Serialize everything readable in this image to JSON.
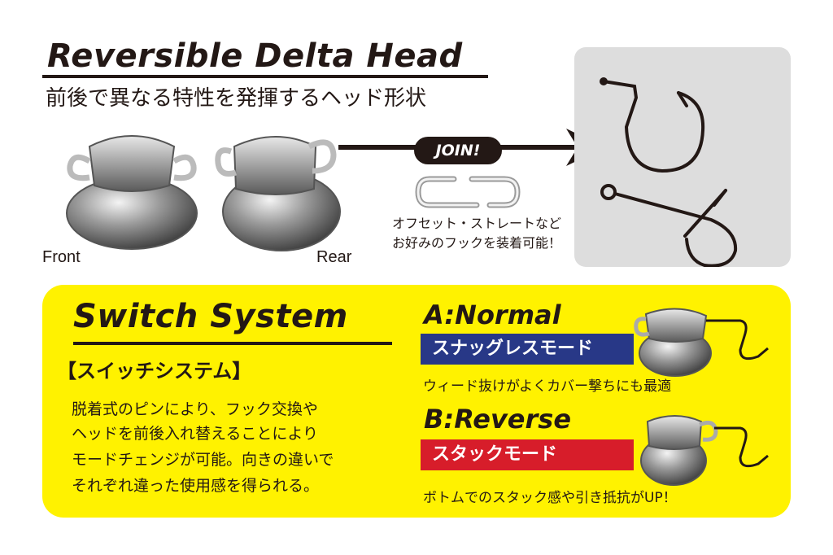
{
  "header": {
    "title": "Reversible Delta Head",
    "subtitle": "前後で異なる特性を発揮するヘッド形状"
  },
  "heads": {
    "front_label": "Front",
    "rear_label": "Rear"
  },
  "join": {
    "badge": "JOIN!",
    "note_line1": "オフセット・ストレートなど",
    "note_line2": "お好みのフックを装着可能！"
  },
  "switch_system": {
    "title": "Switch System",
    "subtitle_jp": "【スイッチシステム】",
    "description": [
      "脱着式のピンにより、フック交換や",
      "ヘッドを前後入れ替えることにより",
      "モードチェンジが可能。向きの違いで",
      "それぞれ違った使用感を得られる。"
    ]
  },
  "modes": {
    "a": {
      "title": "A:Normal",
      "bar": "スナッグレスモード",
      "desc": "ウィード抜けがよくカバー撃ちにも最適",
      "bar_color": "#283887"
    },
    "b": {
      "title": "B:Reverse",
      "bar": "スタックモード",
      "desc": "ボトムでのスタック感や引き抵抗がUP！",
      "bar_color": "#d71d2a"
    }
  },
  "colors": {
    "panel_yellow": "#fff200",
    "hook_panel": "#dddddd",
    "ink": "#231815"
  },
  "icons": [
    "front-head-icon",
    "rear-head-icon",
    "arrow-icon",
    "wire-pin-icon",
    "offset-hook-icon",
    "straight-hook-icon",
    "mini-head-icon"
  ]
}
